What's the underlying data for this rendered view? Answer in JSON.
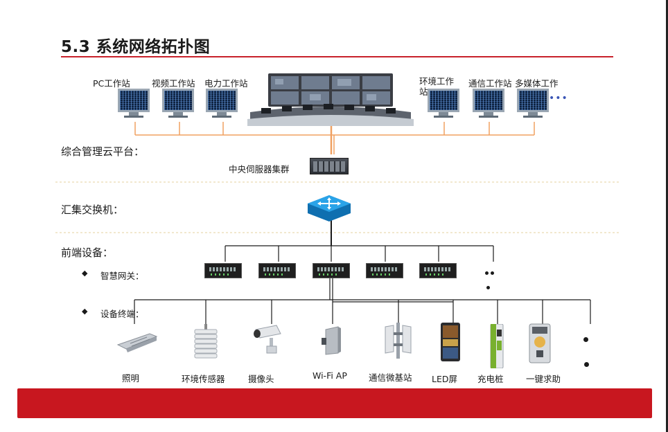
{
  "title": "5.3 系统网络拓扑图",
  "workstations_left": [
    "PC工作站",
    "视频工作站",
    "电力工作站"
  ],
  "workstations_right": [
    "环境工作站",
    "通信工作站",
    "多媒体工作"
  ],
  "workstation_more": "•••",
  "layers": {
    "cloud": "综合管理云平台：",
    "server": "中央伺服器集群",
    "aggregation": "汇集交换机：",
    "frontend": "前端设备："
  },
  "gateway_label": "智慧网关：",
  "terminal_label": "设备终端：",
  "bullet": "◆",
  "devices": [
    "照明",
    "环境传感器",
    "摄像头",
    "Wi-Fi AP",
    "通信微基站",
    "LED屏",
    "充电桩",
    "一键求助"
  ],
  "colors": {
    "title_rule": "#c8202a",
    "footer": "#c8171f",
    "connector_orange": "#f0a060",
    "switch_blue": "#1a8fd6"
  }
}
